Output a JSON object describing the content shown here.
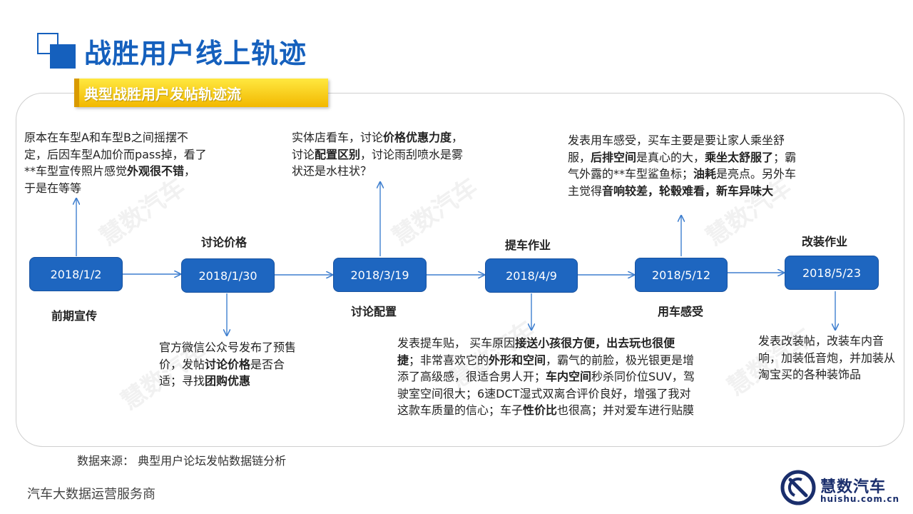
{
  "page_title": "战胜用户线上轨迹",
  "subtitle": "典型战胜用户发帖轨迹流",
  "watermark": "慧数汽车",
  "nodes": [
    {
      "date": "2018/1/2",
      "stage": "前期宣传"
    },
    {
      "date": "2018/1/30",
      "stage": "讨论价格"
    },
    {
      "date": "2018/3/19",
      "stage": "讨论配置"
    },
    {
      "date": "2018/4/9",
      "stage": "提车作业"
    },
    {
      "date": "2018/5/12",
      "stage": "用车感受"
    },
    {
      "date": "2018/5/23",
      "stage": "改装作业"
    }
  ],
  "notes": {
    "n1": [
      {
        "t": "原本在车型A和车型B之间摇摆不定，后因车型A加价而pass掉，看了**车型宣传照片感觉"
      },
      {
        "t": "外观很不错",
        "b": true
      },
      {
        "t": "，于是在等等"
      }
    ],
    "n2": [
      {
        "t": "官方微信公众号发布了预售价，发帖"
      },
      {
        "t": "讨论价格",
        "b": true
      },
      {
        "t": "是否合适；寻找"
      },
      {
        "t": "团购优惠",
        "b": true
      }
    ],
    "n3": [
      {
        "t": "实体店看车，讨论"
      },
      {
        "t": "价格优惠力度",
        "b": true
      },
      {
        "t": "，讨论"
      },
      {
        "t": "配置区别",
        "b": true
      },
      {
        "t": "，讨论雨刮喷水是雾状还是水柱状？"
      }
    ],
    "n4": [
      {
        "t": "发表提车贴， 买车原因"
      },
      {
        "t": "接送小孩很方便，出去玩也很便捷",
        "b": true
      },
      {
        "t": "；非常喜欢它的"
      },
      {
        "t": "外形和空间",
        "b": true
      },
      {
        "t": "，霸气的前脸，极光银更是增添了高级感，很适合男人开；"
      },
      {
        "t": "车内空间",
        "b": true
      },
      {
        "t": "秒杀同价位SUV，驾驶室空间很大；6速DCT湿式双离合评价良好，增强了我对这款车质量的信心；车子"
      },
      {
        "t": "性价比",
        "b": true
      },
      {
        "t": "也很高；并对爱车进行贴膜"
      }
    ],
    "n5": [
      {
        "t": "发表用车感受，买车主要是要让家人乘坐舒服，"
      },
      {
        "t": "后排空间",
        "b": true
      },
      {
        "t": "是真心的大，"
      },
      {
        "t": "乘坐太舒服了",
        "b": true
      },
      {
        "t": "；霸气外露的**车型鲨鱼标；"
      },
      {
        "t": "油耗",
        "b": true
      },
      {
        "t": "是亮点。另外车主觉得"
      },
      {
        "t": "音响较差，轮毂难看，新车异味大",
        "b": true
      }
    ],
    "n6": [
      {
        "t": "发表改装帖，改装车内音响，加装低音炮，并加装从淘宝买的各种装饰品"
      }
    ]
  },
  "source": "数据来源：  典型用户论坛发帖数据链分析",
  "footer": {
    "tagline": "汽车大数据运营服务商",
    "brand_name": "慧数汽车",
    "brand_domain": "huishu.com.cn"
  },
  "colors": {
    "accent": "#1560bd",
    "node": "#1e66c0",
    "ribbon": "#f5c400",
    "arrow": "#3f7fcf"
  }
}
